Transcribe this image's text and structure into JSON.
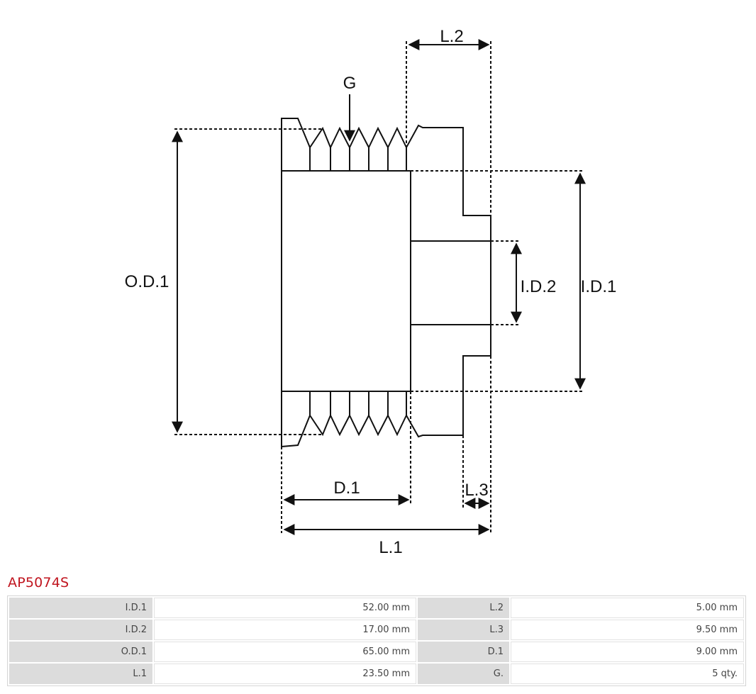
{
  "diagram": {
    "labels": {
      "l2": "L.2",
      "g": "G",
      "od1": "O.D.1",
      "id2": "I.D.2",
      "id1": "I.D.1",
      "d1": "D.1",
      "l3": "L.3",
      "l1": "L.1"
    }
  },
  "product": {
    "code": "AP5074S"
  },
  "specs": {
    "rows": [
      {
        "label_left": "I.D.1",
        "value_left": "52.00 mm",
        "label_right": "L.2",
        "value_right": "5.00 mm"
      },
      {
        "label_left": "I.D.2",
        "value_left": "17.00 mm",
        "label_right": "L.3",
        "value_right": "9.50 mm"
      },
      {
        "label_left": "O.D.1",
        "value_left": "65.00 mm",
        "label_right": "D.1",
        "value_right": "9.00 mm"
      },
      {
        "label_left": "L.1",
        "value_left": "23.50 mm",
        "label_right": "G.",
        "value_right": "5 qty."
      }
    ]
  },
  "colors": {
    "product_code": "#c0151f",
    "label_cell_bg": "#dcdcdc",
    "line": "#111111"
  }
}
